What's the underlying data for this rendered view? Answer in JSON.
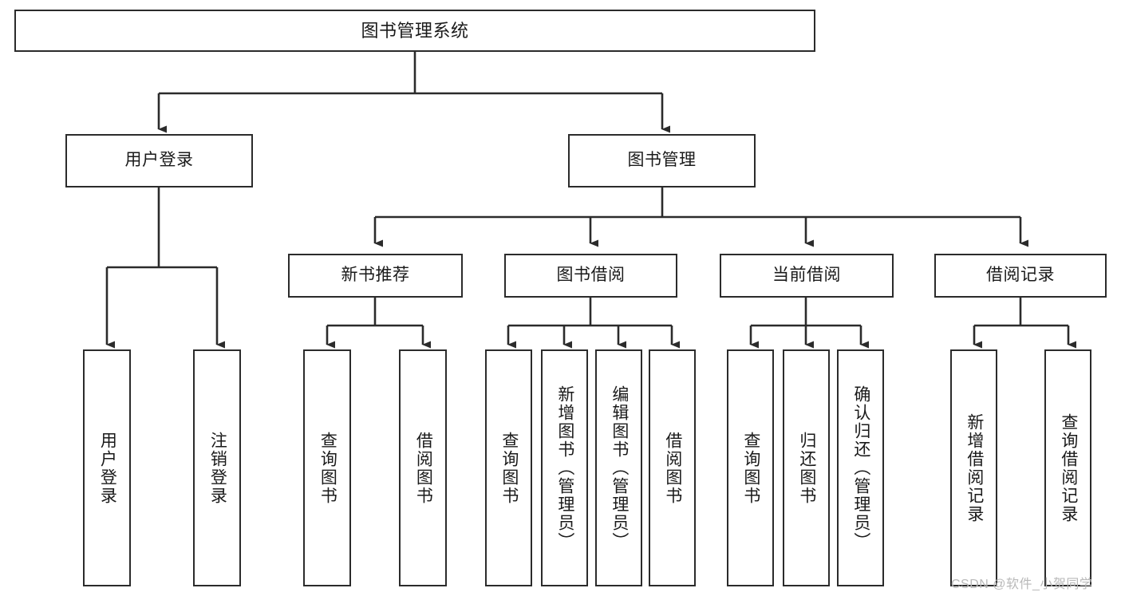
{
  "diagram": {
    "type": "tree-hierarchy-chart",
    "title": "图书管理系统",
    "stroke_color": "#2b2b2b",
    "background_color": "#ffffff",
    "text_color": "#1a1a1a",
    "levels": 4,
    "nodes": {
      "root": {
        "label": "图书管理系统",
        "orientation": "horizontal"
      },
      "level2": [
        {
          "label": "用户登录",
          "orientation": "horizontal"
        },
        {
          "label": "图书管理",
          "orientation": "horizontal"
        }
      ],
      "level3": [
        {
          "label": "新书推荐",
          "orientation": "horizontal"
        },
        {
          "label": "图书借阅",
          "orientation": "horizontal"
        },
        {
          "label": "当前借阅",
          "orientation": "horizontal"
        },
        {
          "label": "借阅记录",
          "orientation": "horizontal"
        }
      ],
      "leaves_user_login": [
        {
          "label": "用户登录",
          "orientation": "vertical"
        },
        {
          "label": "注销登录",
          "orientation": "vertical"
        }
      ],
      "leaves_new_book": [
        {
          "label": "查询图书",
          "orientation": "vertical"
        },
        {
          "label": "借阅图书",
          "orientation": "vertical"
        }
      ],
      "leaves_book_borrow": [
        {
          "label": "查询图书",
          "orientation": "vertical"
        },
        {
          "label": "新增图书（管理员）",
          "orientation": "vertical"
        },
        {
          "label": "编辑图书（管理员）",
          "orientation": "vertical"
        },
        {
          "label": "借阅图书",
          "orientation": "vertical"
        }
      ],
      "leaves_current_borrow": [
        {
          "label": "查询图书",
          "orientation": "vertical"
        },
        {
          "label": "归还图书",
          "orientation": "vertical"
        },
        {
          "label": "确认归还（管理员）",
          "orientation": "vertical"
        }
      ],
      "leaves_borrow_record": [
        {
          "label": "新增借阅记录",
          "orientation": "vertical"
        },
        {
          "label": "查询借阅记录",
          "orientation": "vertical"
        }
      ]
    }
  },
  "watermark": {
    "text": "CSDN @软件_小贺同学",
    "color": "#b9b9b9"
  }
}
